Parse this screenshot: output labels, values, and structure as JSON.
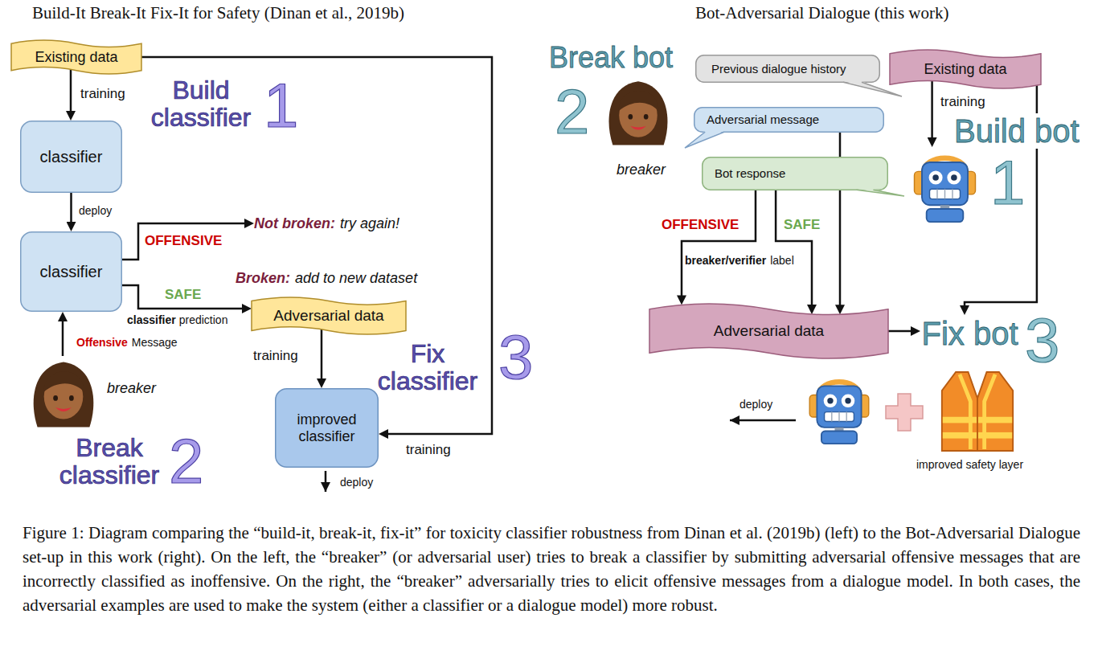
{
  "diagram": {
    "caption": "Figure 1: Diagram comparing the “build-it, break-it, fix-it” for toxicity classifier robustness from Dinan et al. (2019b) (left) to the Bot-Adversarial Dialogue set-up in this work (right). On the left, the “breaker” (or adversarial user) tries to break a classifier by submitting adversarial offensive messages that are incorrectly classified as inoffensive. On the right, the “breaker” adversarially tries to elicit offensive messages from a dialogue model. In both cases, the adversarial examples are used to make the system (either a classifier or a dialogue model) more robust.",
    "nodes": [
      {
        "text": [
          "Existing data"
        ]
      },
      {
        "text": [
          "classifier"
        ]
      },
      {
        "text": [
          "classifier"
        ]
      },
      {
        "text": [
          "Not broken:",
          "try again!"
        ]
      },
      {
        "text": [
          "Broken:",
          "add to new dataset",
          "Adversarial data"
        ]
      },
      {
        "text": [
          "breaker"
        ]
      },
      {
        "text": [
          "improved classifier"
        ]
      },
      {
        "text": [
          "breaker"
        ]
      },
      {
        "text": [
          "Previous dialogue history"
        ]
      },
      {
        "text": [
          "Existing data"
        ]
      },
      {
        "text": [
          "Adversarial message"
        ]
      },
      {
        "text": [
          "Bot response"
        ]
      },
      {
        "text": [
          "Build bot"
        ]
      },
      {
        "text": [
          "Adversarial data"
        ]
      },
      {
        "text": [
          "Fix bot"
        ]
      }
    ],
    "edges": [
      {
        "from": 0,
        "to": 1,
        "label": "training",
        "arrow": "to"
      },
      {
        "from": 1,
        "to": 2,
        "label": "deploy",
        "arrow": "to"
      },
      {
        "from": 2,
        "to": 3,
        "label": "OFFENSIVE",
        "arrow": "to"
      },
      {
        "from": 2,
        "to": 4,
        "label": "SAFE",
        "arrow": "to"
      },
      {
        "from": 5,
        "to": 2,
        "arrow": "to"
      },
      {
        "from": 4,
        "to": 6,
        "label": "training",
        "arrow": "to"
      },
      {
        "from": 0,
        "to": 6,
        "label": "training",
        "arrow": "to"
      },
      {
        "from": 9,
        "to": 12,
        "label": "training",
        "arrow": "to"
      },
      {
        "from": 11,
        "to": 13,
        "label": "OFFENSIVE",
        "arrow": "to"
      },
      {
        "from": 11,
        "to": 13,
        "label": "SAFE",
        "arrow": "to"
      },
      {
        "from": 10,
        "to": 13,
        "arrow": "to"
      },
      {
        "from": 13,
        "to": 14,
        "arrow": "to"
      },
      {
        "from": 9,
        "to": 14,
        "arrow": "to"
      }
    ],
    "labels": [
      "Build-It Break-It Fix-It for Safety (Dinan et al., 2019b)",
      "Bot-Adversarial Dialogue (this work)",
      "Build classifier",
      "1",
      "Break classifier",
      "2",
      "Fix classifier",
      "3",
      "Offensive",
      "Message",
      "classifier",
      "prediction",
      "deploy",
      "Break bot",
      "2",
      "1",
      "breaker/verifier",
      "label",
      "3",
      "deploy",
      "improved safety layer"
    ]
  }
}
